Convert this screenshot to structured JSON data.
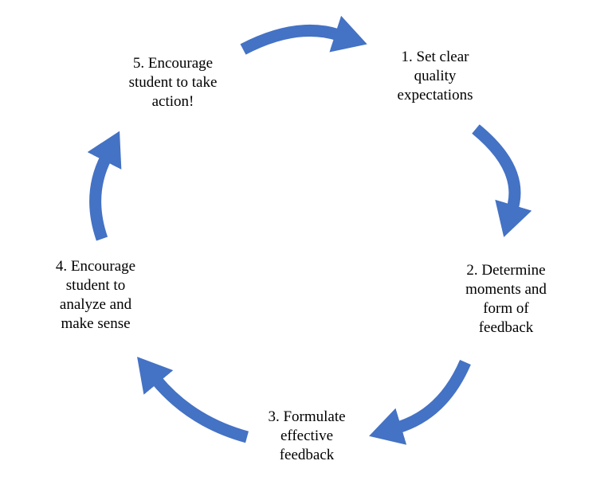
{
  "diagram": {
    "type": "cycle",
    "arrow_color": "#4472C4",
    "text_color": "#000000",
    "background_color": "#FFFFFF",
    "steps": [
      {
        "id": 1,
        "label": "1. Set clear quality expectations",
        "position": "top-right"
      },
      {
        "id": 2,
        "label": "2. Determine moments and form of feedback",
        "position": "right"
      },
      {
        "id": 3,
        "label": "3. Formulate effective feedback",
        "position": "bottom"
      },
      {
        "id": 4,
        "label": "4. Encourage student to analyze and make sense",
        "position": "left"
      },
      {
        "id": 5,
        "label": "5. Encourage student to take action!",
        "position": "top-left"
      }
    ],
    "arrows": [
      {
        "name": "arrow-step5-to-step1",
        "from": 5,
        "to": 1
      },
      {
        "name": "arrow-step1-to-step2",
        "from": 1,
        "to": 2
      },
      {
        "name": "arrow-step2-to-step3",
        "from": 2,
        "to": 3
      },
      {
        "name": "arrow-step3-to-step4",
        "from": 3,
        "to": 4
      },
      {
        "name": "arrow-step4-to-step5",
        "from": 4,
        "to": 5
      }
    ]
  }
}
